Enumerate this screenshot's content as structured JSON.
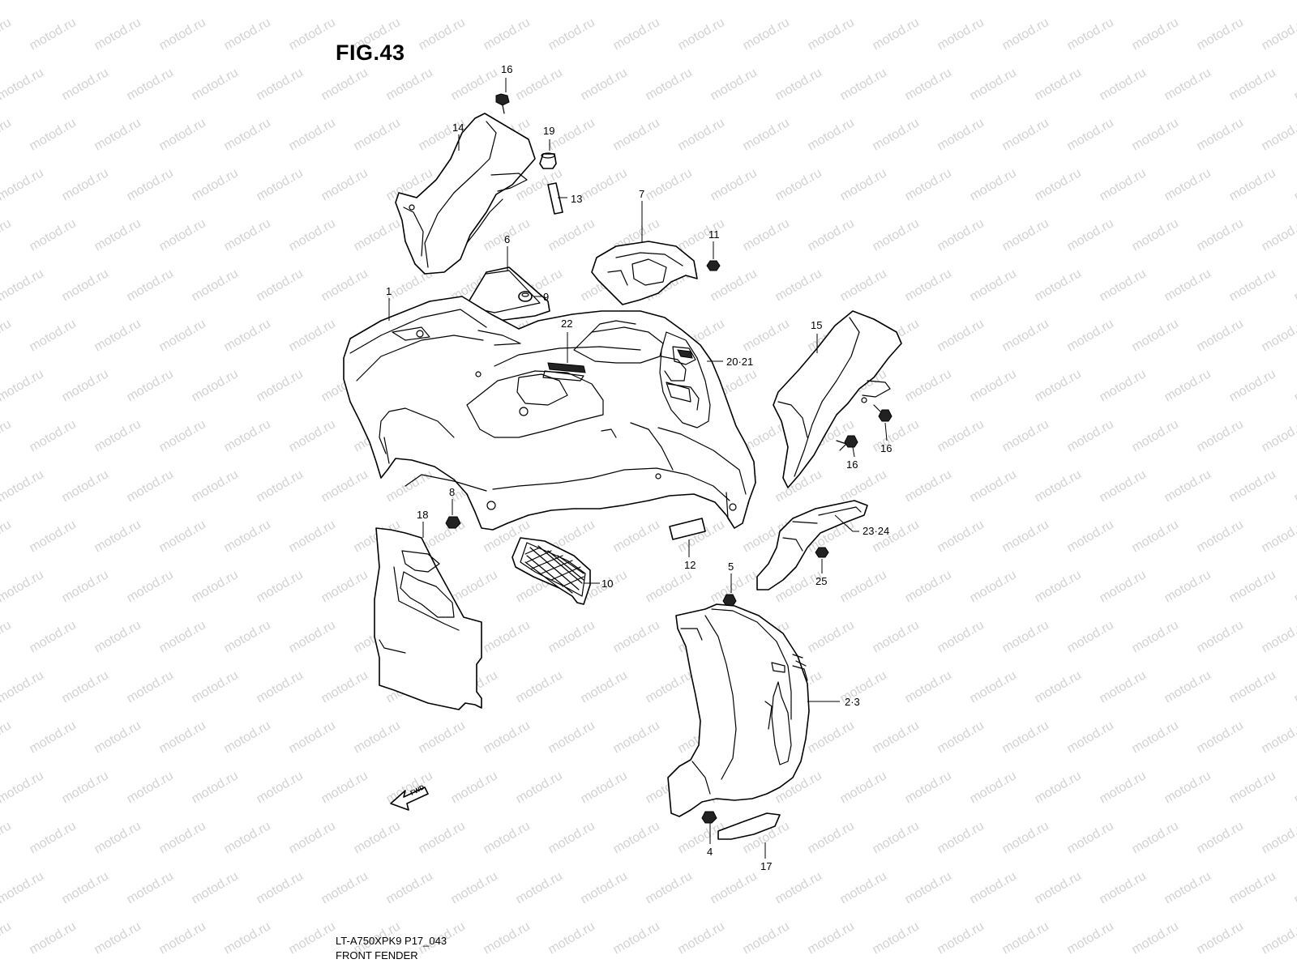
{
  "figure": {
    "title": "FIG.43",
    "code": "LT-A750XPK9 P17_043",
    "name": "FRONT FENDER"
  },
  "watermark": {
    "text": "motod.ru",
    "color": "#d2d2d2"
  },
  "direction_marker": {
    "text": "FWD"
  },
  "callouts": [
    {
      "id": "c16a",
      "text": "16"
    },
    {
      "id": "c14",
      "text": "14"
    },
    {
      "id": "c19",
      "text": "19"
    },
    {
      "id": "c13",
      "text": "13"
    },
    {
      "id": "c7",
      "text": "7"
    },
    {
      "id": "c11",
      "text": "11"
    },
    {
      "id": "c6",
      "text": "6"
    },
    {
      "id": "c1",
      "text": "1"
    },
    {
      "id": "c9",
      "text": "9"
    },
    {
      "id": "c22",
      "text": "22"
    },
    {
      "id": "c2021",
      "text": "20·21"
    },
    {
      "id": "c15",
      "text": "15"
    },
    {
      "id": "c16b",
      "text": "16"
    },
    {
      "id": "c16c",
      "text": "16"
    },
    {
      "id": "c8",
      "text": "8"
    },
    {
      "id": "c18",
      "text": "18"
    },
    {
      "id": "c10",
      "text": "10"
    },
    {
      "id": "c12",
      "text": "12"
    },
    {
      "id": "c5",
      "text": "5"
    },
    {
      "id": "c2324",
      "text": "23·24"
    },
    {
      "id": "c25",
      "text": "25"
    },
    {
      "id": "c23",
      "text": "2·3"
    },
    {
      "id": "c4",
      "text": "4"
    },
    {
      "id": "c17",
      "text": "17"
    }
  ]
}
